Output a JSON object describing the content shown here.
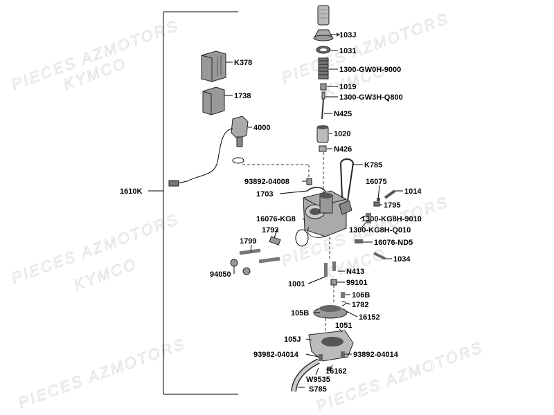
{
  "watermarks": {
    "w1": "PIECES AZMOTORS",
    "w2": "KYMCO",
    "w3": "PIECES AZMOTORS",
    "w4": "KYMCO",
    "w5": "PIECES AZMOTORS",
    "w6": "KYMCO",
    "w7": "PIECES AZMOTORS",
    "w8": "KYMCO"
  },
  "assembly_label": "1610K",
  "parts": {
    "p103J": "103J",
    "p1031": "1031",
    "p1300GW0H": "1300-GW0H-9000",
    "p1019": "1019",
    "p1300GW3H": "1300-GW3H-Q800",
    "pN425": "N425",
    "p1020": "1020",
    "pN426": "N426",
    "pK785": "K785",
    "pK378": "K378",
    "p1738": "1738",
    "p4000": "4000",
    "p93892a": "93892-04008",
    "p1703": "1703",
    "p16075": "16075",
    "p1014": "1014",
    "p1795": "1795",
    "p16076KG8": "16076-KG8",
    "p1300KG8H9010": "1300-KG8H-9010",
    "p1300KG8HQ010": "1300-KG8H-Q010",
    "p1793": "1793",
    "p16076ND5": "16076-ND5",
    "p1799": "1799",
    "p1034": "1034",
    "p94050": "94050",
    "pN413": "N413",
    "p1001": "1001",
    "p99101": "99101",
    "p106B": "106B",
    "p1782": "1782",
    "p105B": "105B",
    "p16152": "16152",
    "p1051": "1051",
    "p105J": "105J",
    "p93982": "93982-04014",
    "p93892b": "93892-04014",
    "p16162": "16162",
    "pW9535": "W9535",
    "pS785": "S785"
  }
}
